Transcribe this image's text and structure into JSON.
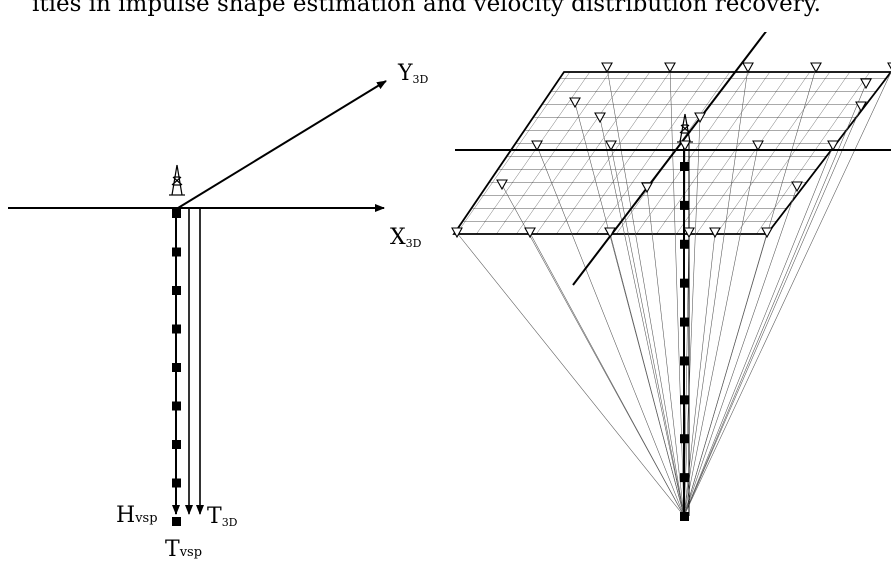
{
  "caption": "ities in impulse shape estimation and velocity distribution recovery.",
  "left_panel": {
    "x_axis": {
      "main": "X",
      "sub": "3D"
    },
    "y_axis": {
      "main": "Y",
      "sub": "3D"
    },
    "h_vsp": {
      "main": "H",
      "sub": "vsp"
    },
    "t_3d": {
      "main": "T",
      "sub": "3D"
    },
    "t_vsp": {
      "main": "T",
      "sub": "vsp"
    },
    "receiver_count": 9
  },
  "right_panel": {
    "borehole_receiver_count": 10,
    "surface_source_count": 24
  },
  "colors": {
    "stroke": "#000000",
    "background": "#ffffff"
  }
}
